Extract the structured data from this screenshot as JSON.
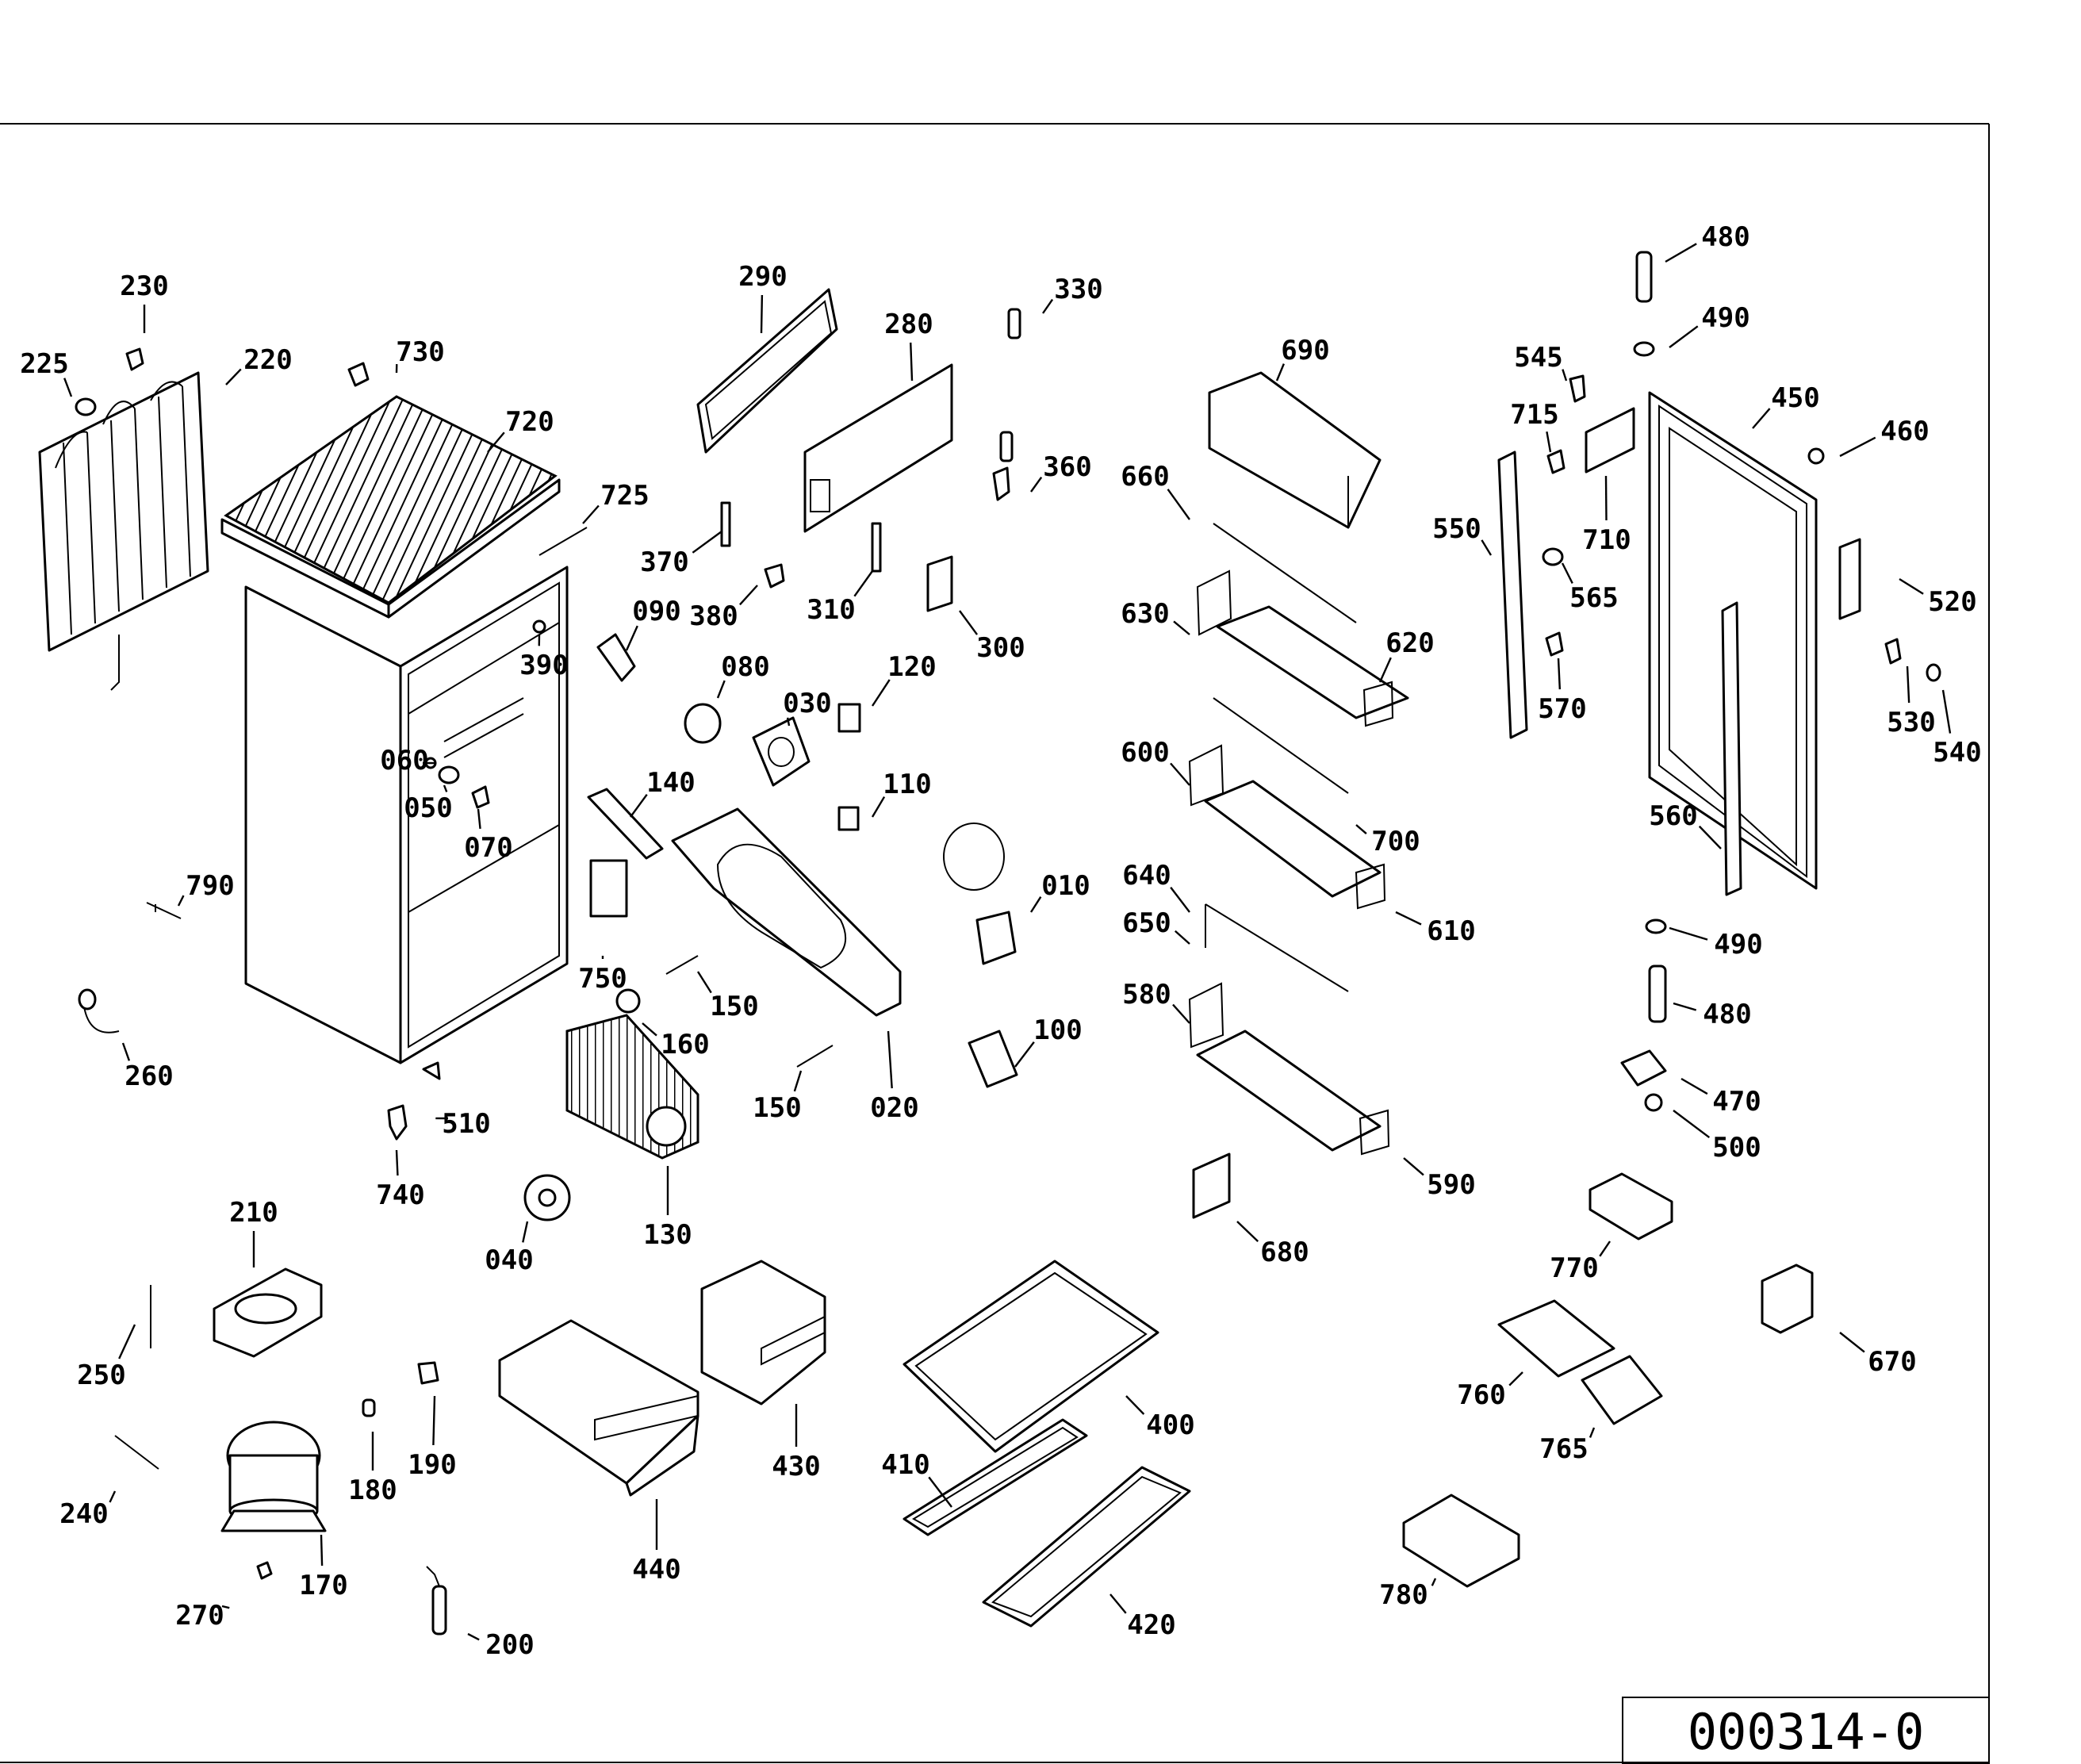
{
  "drawing_code": "000314-0",
  "callouts": [
    {
      "id": "c225",
      "text": "225"
    },
    {
      "id": "c230",
      "text": "230"
    },
    {
      "id": "c220",
      "text": "220"
    },
    {
      "id": "c730",
      "text": "730"
    },
    {
      "id": "c720",
      "text": "720"
    },
    {
      "id": "c725",
      "text": "725"
    },
    {
      "id": "c390",
      "text": "390"
    },
    {
      "id": "c060",
      "text": "060"
    },
    {
      "id": "c050",
      "text": "050"
    },
    {
      "id": "c070",
      "text": "070"
    },
    {
      "id": "c790",
      "text": "790"
    },
    {
      "id": "c260",
      "text": "260"
    },
    {
      "id": "c510",
      "text": "510"
    },
    {
      "id": "c740",
      "text": "740"
    },
    {
      "id": "c210",
      "text": "210"
    },
    {
      "id": "c250",
      "text": "250"
    },
    {
      "id": "c240",
      "text": "240"
    },
    {
      "id": "c170",
      "text": "170"
    },
    {
      "id": "c270",
      "text": "270"
    },
    {
      "id": "c180",
      "text": "180"
    },
    {
      "id": "c190",
      "text": "190"
    },
    {
      "id": "c200",
      "text": "200"
    },
    {
      "id": "c290",
      "text": "290"
    },
    {
      "id": "c280",
      "text": "280"
    },
    {
      "id": "c330",
      "text": "330"
    },
    {
      "id": "c360",
      "text": "360"
    },
    {
      "id": "c370",
      "text": "370"
    },
    {
      "id": "c380",
      "text": "380"
    },
    {
      "id": "c310",
      "text": "310"
    },
    {
      "id": "c300",
      "text": "300"
    },
    {
      "id": "c090",
      "text": "090"
    },
    {
      "id": "c080",
      "text": "080"
    },
    {
      "id": "c030",
      "text": "030"
    },
    {
      "id": "c120",
      "text": "120"
    },
    {
      "id": "c140",
      "text": "140"
    },
    {
      "id": "c110",
      "text": "110"
    },
    {
      "id": "c010",
      "text": "010"
    },
    {
      "id": "c750",
      "text": "750"
    },
    {
      "id": "c150a",
      "text": "150"
    },
    {
      "id": "c160",
      "text": "160"
    },
    {
      "id": "c150b",
      "text": "150"
    },
    {
      "id": "c020",
      "text": "020"
    },
    {
      "id": "c100",
      "text": "100"
    },
    {
      "id": "c130",
      "text": "130"
    },
    {
      "id": "c040",
      "text": "040"
    },
    {
      "id": "c440",
      "text": "440"
    },
    {
      "id": "c430",
      "text": "430"
    },
    {
      "id": "c400",
      "text": "400"
    },
    {
      "id": "c410",
      "text": "410"
    },
    {
      "id": "c420",
      "text": "420"
    },
    {
      "id": "c690",
      "text": "690"
    },
    {
      "id": "c660",
      "text": "660"
    },
    {
      "id": "c630",
      "text": "630"
    },
    {
      "id": "c620",
      "text": "620"
    },
    {
      "id": "c600",
      "text": "600"
    },
    {
      "id": "c700",
      "text": "700"
    },
    {
      "id": "c640",
      "text": "640"
    },
    {
      "id": "c650",
      "text": "650"
    },
    {
      "id": "c610",
      "text": "610"
    },
    {
      "id": "c580",
      "text": "580"
    },
    {
      "id": "c590",
      "text": "590"
    },
    {
      "id": "c680",
      "text": "680"
    },
    {
      "id": "c480a",
      "text": "480"
    },
    {
      "id": "c490a",
      "text": "490"
    },
    {
      "id": "c545",
      "text": "545"
    },
    {
      "id": "c450",
      "text": "450"
    },
    {
      "id": "c460",
      "text": "460"
    },
    {
      "id": "c715",
      "text": "715"
    },
    {
      "id": "c710",
      "text": "710"
    },
    {
      "id": "c550",
      "text": "550"
    },
    {
      "id": "c565",
      "text": "565"
    },
    {
      "id": "c520",
      "text": "520"
    },
    {
      "id": "c570",
      "text": "570"
    },
    {
      "id": "c530",
      "text": "530"
    },
    {
      "id": "c540",
      "text": "540"
    },
    {
      "id": "c560",
      "text": "560"
    },
    {
      "id": "c490b",
      "text": "490"
    },
    {
      "id": "c480b",
      "text": "480"
    },
    {
      "id": "c470",
      "text": "470"
    },
    {
      "id": "c500",
      "text": "500"
    },
    {
      "id": "c770",
      "text": "770"
    },
    {
      "id": "c670",
      "text": "670"
    },
    {
      "id": "c760",
      "text": "760"
    },
    {
      "id": "c765",
      "text": "765"
    },
    {
      "id": "c780",
      "text": "780"
    }
  ]
}
